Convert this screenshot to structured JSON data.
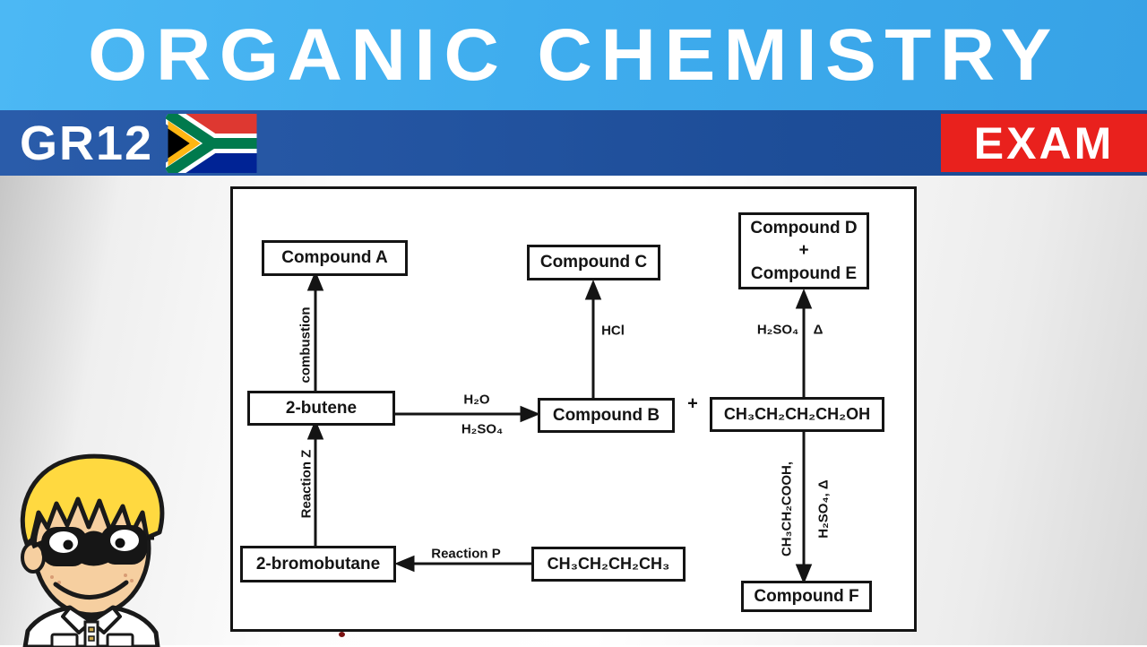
{
  "header": {
    "title": "ORGANIC CHEMISTRY",
    "grade": "GR12",
    "exam_label": "EXAM",
    "flag_name": "south-africa-flag",
    "colors": {
      "banner_blue": "#3FADEE",
      "bar_blue": "#1D4D98",
      "exam_red": "#E9211D"
    }
  },
  "diagram": {
    "boxes": [
      {
        "id": "compound-a",
        "label": "Compound A"
      },
      {
        "id": "compound-c",
        "label": "Compound C"
      },
      {
        "id": "compound-d-e",
        "lines": [
          "Compound D",
          "+",
          "Compound E"
        ]
      },
      {
        "id": "2-butene",
        "label": "2-butene"
      },
      {
        "id": "compound-b",
        "label": "Compound B"
      },
      {
        "id": "butan-1-ol",
        "label": "CH₃CH₂CH₂CH₂OH"
      },
      {
        "id": "2-bromobutane",
        "label": "2-bromobutane"
      },
      {
        "id": "butane",
        "label": "CH₃CH₂CH₂CH₃"
      },
      {
        "id": "compound-f",
        "label": "Compound F"
      }
    ],
    "labels": {
      "combustion": "combustion",
      "reaction_z": "Reaction Z",
      "reaction_p": "Reaction P",
      "hcl": "HCl",
      "h2o": "H₂O",
      "h2so4": "H₂SO₄",
      "h2so4_left": "H₂SO₄",
      "delta": "Δ",
      "ester_reagent": "CH₃CH₂COOH,",
      "ester_conditions": "H₂SO₄, Δ",
      "plus": "+"
    }
  }
}
